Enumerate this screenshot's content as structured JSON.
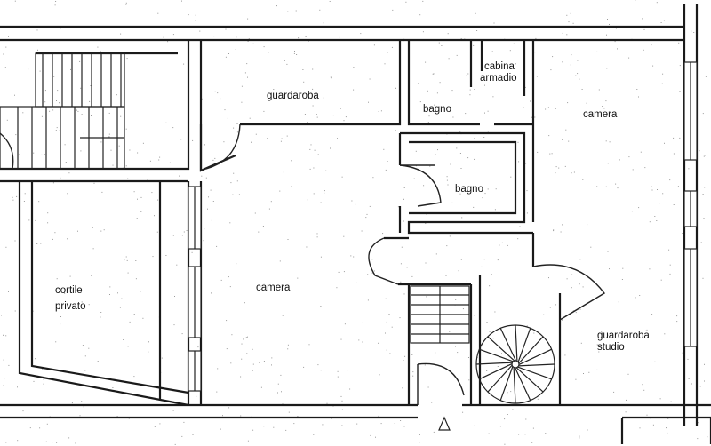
{
  "rooms": {
    "guardaroba_top": "guardaroba",
    "cabina_line1": "cabina",
    "cabina_line2": "armadio",
    "bagno_top": "bagno",
    "camera_right": "camera",
    "bagno_center": "bagno",
    "cortile_line1": "cortile",
    "cortile_line2": "privato",
    "camera_main": "camera",
    "studio_line1": "guardaroba",
    "studio_line2": "studio"
  },
  "colors": {
    "ink": "#1a1a1a",
    "paper": "#ffffff"
  }
}
